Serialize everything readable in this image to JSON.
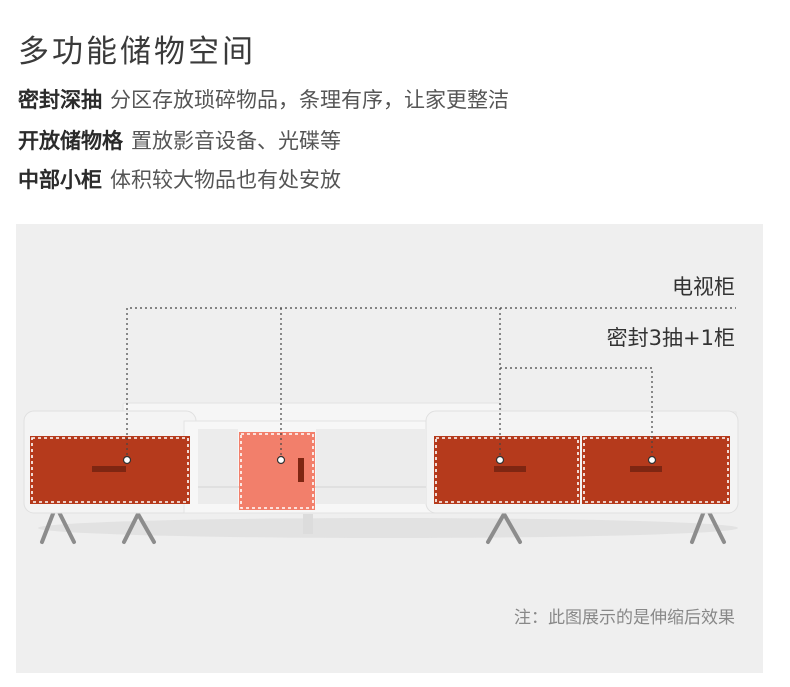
{
  "header": {
    "title": "多功能储物空间",
    "features": [
      {
        "key": "密封深抽",
        "desc": "分区存放琐碎物品，条理有序，让家更整洁"
      },
      {
        "key": "开放储物格",
        "desc": "置放影音设备、光碟等"
      },
      {
        "key": "中部小柜",
        "desc": "体积较大物品也有处安放"
      }
    ]
  },
  "product": {
    "name": "电视柜",
    "spec": "密封3抽+1柜",
    "note": "注：此图展示的是伸缩后效果"
  },
  "colors": {
    "drawer": "#b53a1c",
    "cabinet_door": "#f27f6b",
    "body": "#f4f4f4",
    "legs": "#8c8c8c",
    "panel_bg": "#efefef"
  }
}
